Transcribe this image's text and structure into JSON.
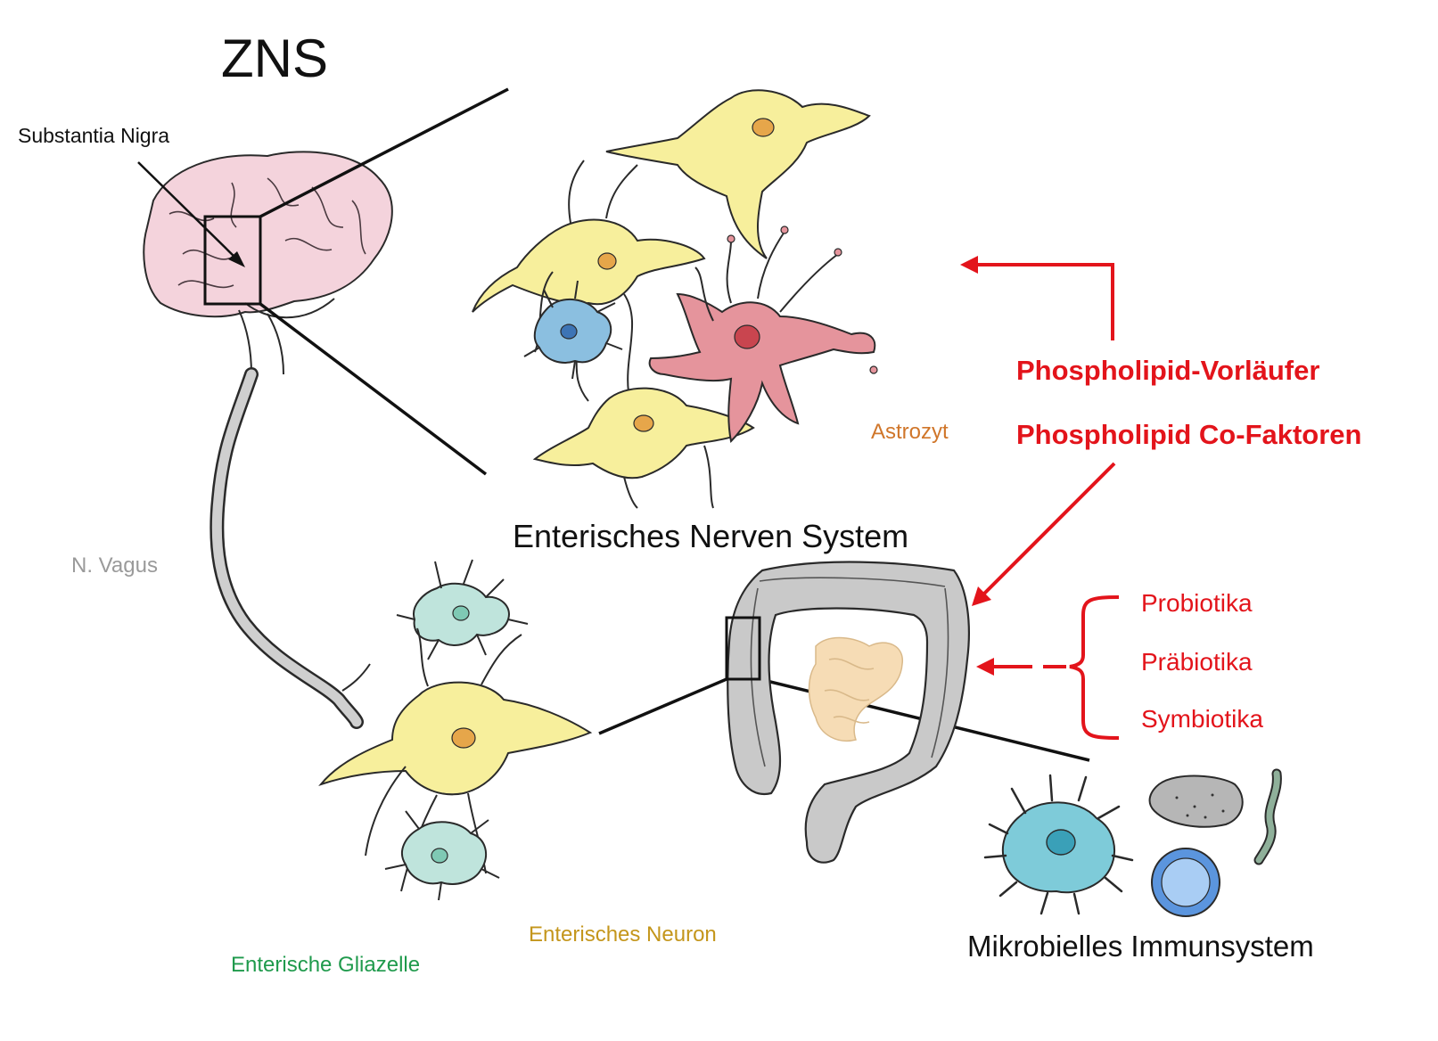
{
  "labels": {
    "title": "ZNS",
    "substantia_nigra": "Substantia Nigra",
    "ens": "Enterisches Nerven System",
    "astrozyt": "Astrozyt",
    "vagus": "N. Vagus",
    "phospholipid_vorlaeufer": "Phospholipid-Vorläufer",
    "phospholipid_cofaktoren": "Phospholipid Co-Faktoren",
    "probiotika": "Probiotika",
    "praebiotika": "Präbiotika",
    "symbiotika": "Symbiotika",
    "enterisches_neuron": "Enterisches Neuron",
    "enterische_gliazelle": "Enterische Gliazelle",
    "mikrobielles_immunsystem": "Mikrobielles Immunsystem"
  },
  "colors": {
    "text": "#111111",
    "red": "#e3141b",
    "astrozyt_label": "#d0762a",
    "neuron_label": "#c4961c",
    "glia_label": "#1f9a4c",
    "vagus_label": "#9a9a9a",
    "neuron_fill": "#f7ef9c",
    "astrocyte_fill": "#e5949c",
    "microglia_fill": "#8bbfe0",
    "glia_fill": "#bfe4dc",
    "brain_fill": "#f4d3dc",
    "gut_fill": "#c9c9c9",
    "small_intestine_fill": "#f6dcb5",
    "immune_cell_fill": "#7ecbd9",
    "bacterium_fill": "#b6b6b6",
    "lymphocyte_fill": "#5b95de",
    "spirillum_fill": "#8fb09a"
  },
  "icons": {
    "brain": "brain-icon",
    "cns_cells": "cns-cell-cluster-icon",
    "gut": "gut-icon",
    "enteric_cells": "enteric-cell-cluster-icon",
    "microbes": "microbe-group-icon"
  }
}
